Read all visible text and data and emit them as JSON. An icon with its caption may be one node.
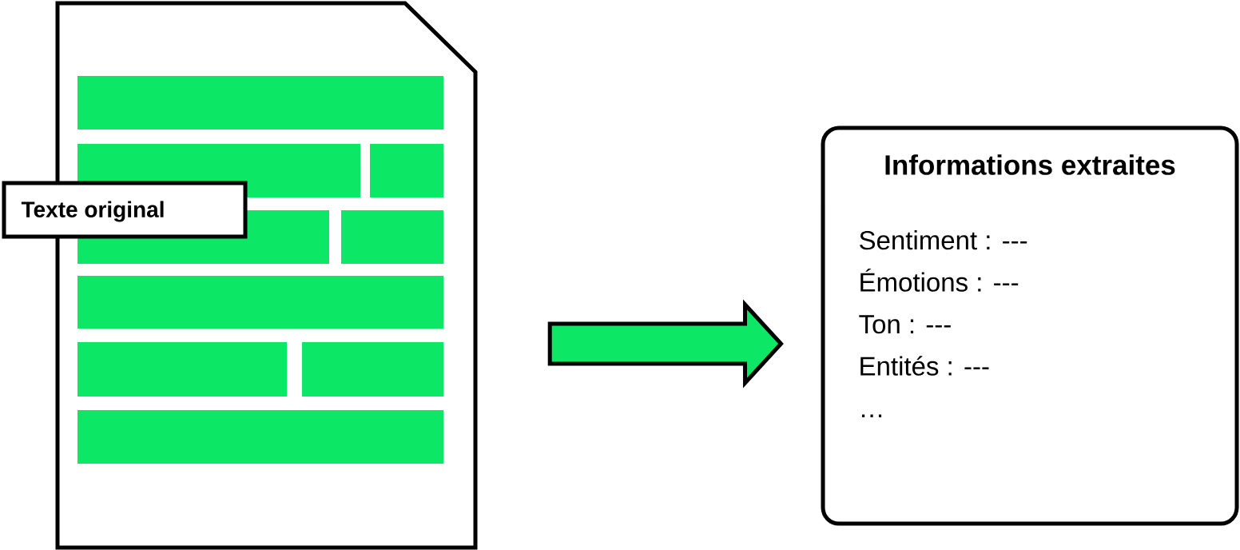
{
  "diagram": {
    "nodes": [
      {
        "text": [],
        "shape": "document"
      },
      {
        "text": [
          "Texte original"
        ]
      },
      {
        "text": [
          "Informations extraites",
          "Sentiment : ---",
          "Émotions : ---",
          "Ton : ---",
          "Entités : ---",
          "…"
        ]
      }
    ],
    "edges": [
      {
        "from": 0,
        "to": 2,
        "arrow": "to"
      }
    ]
  }
}
